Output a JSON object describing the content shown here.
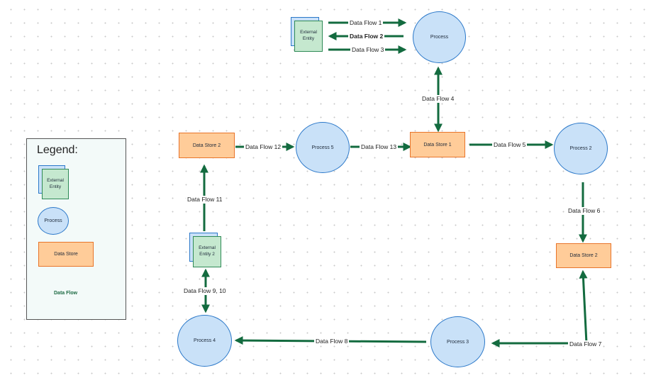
{
  "legend": {
    "title": "Legend:",
    "external_entity": "External Entity",
    "process": "Process",
    "data_store": "Data Store",
    "data_flow": "Data Flow"
  },
  "nodes": {
    "external_entity_1": "External Entity",
    "external_entity_2": "External Entity 2",
    "process_top": "Process",
    "process_2": "Process 2",
    "process_3": "Process 3",
    "process_4": "Process 4",
    "process_5": "Process 5",
    "data_store_1": "Data Store 1",
    "data_store_2_left": "Data Store 2",
    "data_store_2_right": "Data Store 2"
  },
  "flows": {
    "f1": "Data Flow 1",
    "f2": "Data Flow 2",
    "f3": "Data Flow 3",
    "f4": "Data Flow 4",
    "f5": "Data Flow 5",
    "f6": "Data Flow 6",
    "f7": "Data Flow 7",
    "f8": "Data Flow 8",
    "f9_10": "Data Flow 9, 10",
    "f11": "Data Flow 11",
    "f12": "Data Flow 12",
    "f13": "Data Flow 13"
  },
  "colors": {
    "arrow": "#136b3f",
    "process_fill": "#c9e1f8",
    "process_border": "#2b78c9",
    "store_fill": "#ffcc99",
    "store_border": "#e8742a",
    "entity_fill": "#c5e8cf",
    "entity_border": "#2f8a56"
  }
}
